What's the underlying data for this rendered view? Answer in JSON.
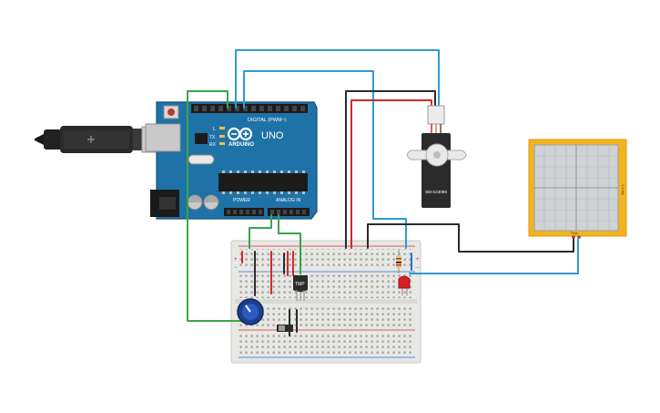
{
  "arduino": {
    "brand": "ARDUINO",
    "model": "UNO",
    "digital_label": "DIGITAL (PWM~)",
    "power_label": "POWER",
    "analog_label": "ANALOG IN",
    "led_l": "L",
    "led_tx": "TX",
    "led_rx": "RX"
  },
  "servo": {
    "model": "SM-S2309S"
  },
  "sensor": {
    "label": "TMP"
  },
  "oscilloscope": {
    "side_label": "1.4 ms",
    "probe_label": "Time"
  },
  "colors": {
    "board": "#1f72a8",
    "board_dark": "#14507a",
    "breadboard": "#e7e7e4",
    "wire_red": "#d32929",
    "wire_black": "#2b2b2b",
    "wire_green": "#3aa54a",
    "wire_blue": "#2f9ad6",
    "scope_frame": "#f2b51f",
    "led": "#d62020"
  }
}
